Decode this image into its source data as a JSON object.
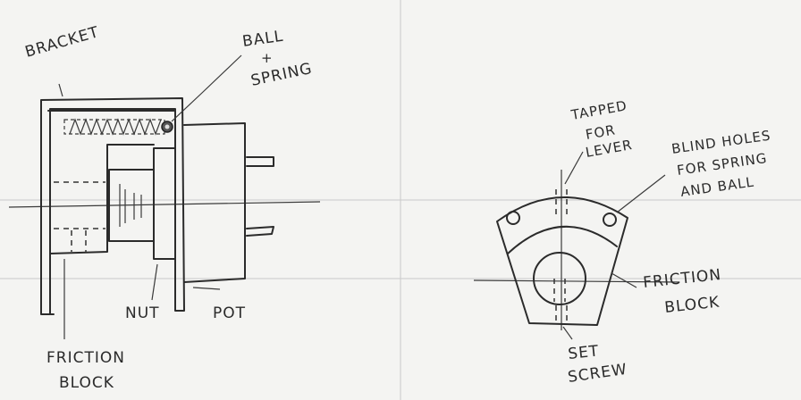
{
  "side_view": {
    "labels": {
      "bracket": "BRACKET",
      "ball_line1": "BALL",
      "ball_amp": "+",
      "ball_line2": "SPRING",
      "friction_line1": "FRICTION",
      "friction_line2": "BLOCK",
      "nut": "NUT",
      "pot": "POT"
    }
  },
  "front_view": {
    "labels": {
      "tapped_line1": "TAPPED",
      "tapped_line2": "FOR",
      "tapped_line3": "LEVER",
      "blind_line1": "BLIND HOLES",
      "blind_line2": "FOR SPRING",
      "blind_line3": "AND BALL",
      "friction_line1": "FRICTION",
      "friction_line2": "BLOCK",
      "set_line1": "SET",
      "set_line2": "SCREW"
    }
  }
}
